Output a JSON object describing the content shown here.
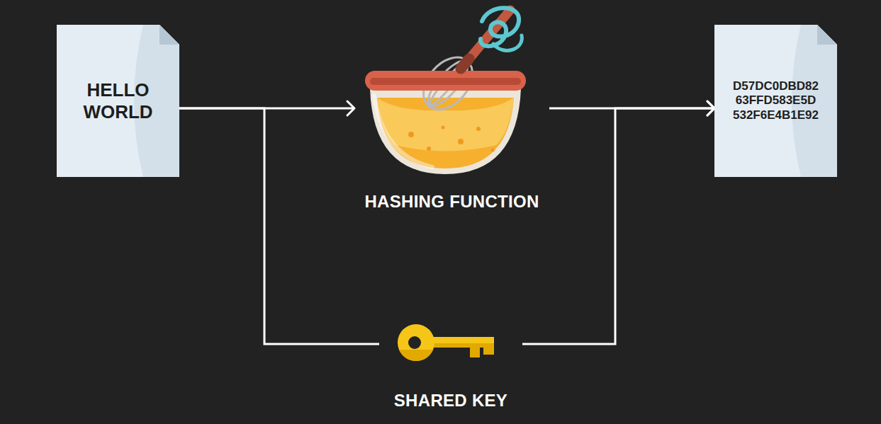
{
  "diagram": {
    "nodes": [
      {
        "text": [
          "HELLO WORLD"
        ]
      },
      {
        "text": [
          "HASHING FUNCTION"
        ]
      },
      {
        "text": [
          "D57DC0DBD82 63FFD583E5D 532F6E4B1E92"
        ]
      },
      {
        "text": [
          "SHARED KEY"
        ]
      }
    ],
    "edges": [
      {
        "from": 0,
        "to": 1,
        "arrow": "to"
      },
      {
        "from": 1,
        "to": 2,
        "arrow": "to"
      },
      {
        "from": 0,
        "to": 3,
        "arrow": "none"
      },
      {
        "from": 3,
        "to": 2,
        "arrow": "to"
      }
    ]
  }
}
